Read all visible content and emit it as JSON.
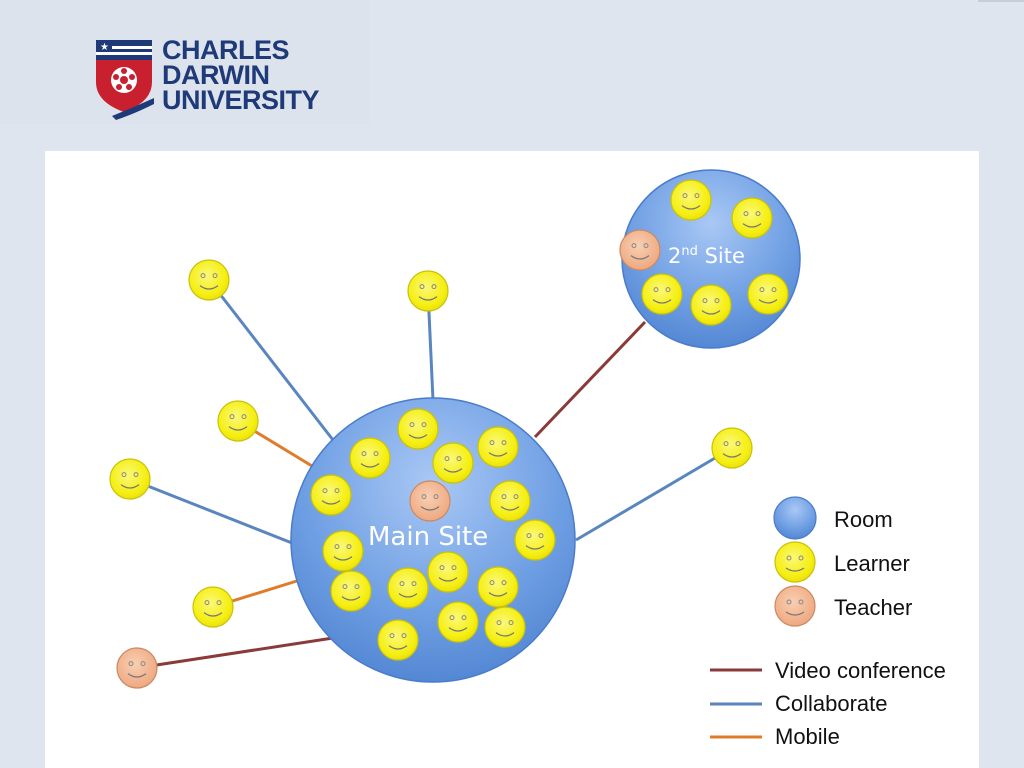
{
  "logo": {
    "lines": [
      "CHARLES",
      "DARWIN",
      "UNIVERSITY"
    ],
    "colors": {
      "navy": "#1f3a78",
      "red": "#c8202f"
    }
  },
  "diagram": {
    "main_site_label": "Main Site",
    "second_site_label": "Site",
    "second_site_ordinal": "2",
    "second_site_suffix": "nd",
    "colors": {
      "room": "#6a9be0",
      "learner": "#f7f21a",
      "teacher": "#f2b58f",
      "video_conference": "#8b3a3a",
      "collaborate": "#5a86bf",
      "mobile": "#e07b2a"
    }
  },
  "legend": {
    "room": "Room",
    "learner": "Learner",
    "teacher": "Teacher",
    "video_conference": "Video conference",
    "collaborate": "Collaborate",
    "mobile": "Mobile"
  }
}
